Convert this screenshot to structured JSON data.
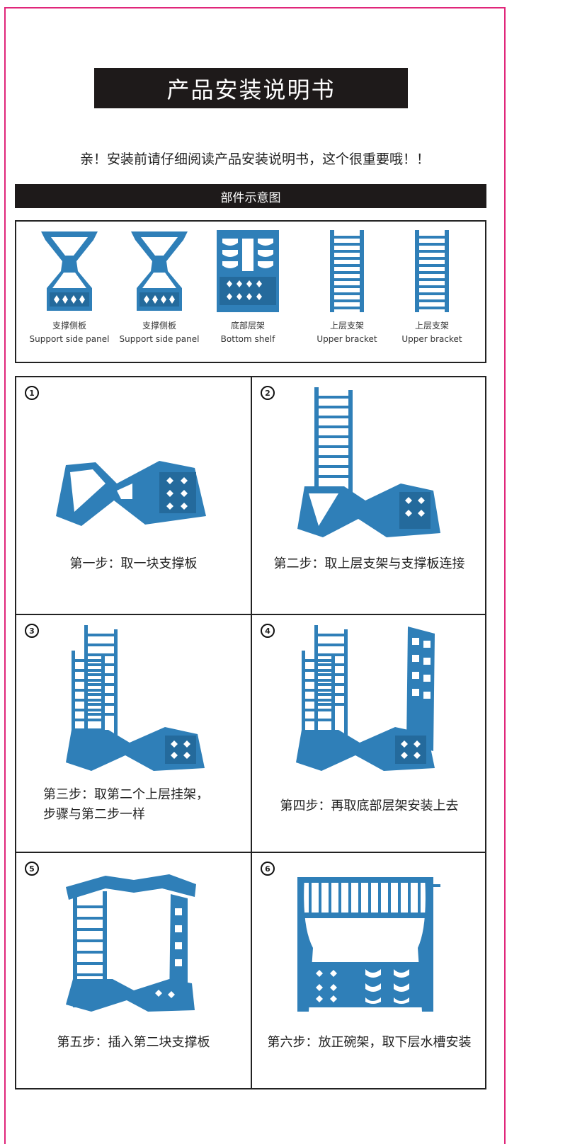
{
  "header": {
    "title": "产品安装说明书",
    "intro": "亲！安装前请仔细阅读产品安装说明书，这个很重要哦！！"
  },
  "parts_section": {
    "title": "部件示意图",
    "parts": [
      {
        "cn": "支撑侧板",
        "en": "Support side panel",
        "icon": "support-side-panel"
      },
      {
        "cn": "支撑侧板",
        "en": "Support side panel",
        "icon": "support-side-panel"
      },
      {
        "cn": "底部层架",
        "en": "Bottom shelf",
        "icon": "bottom-shelf"
      },
      {
        "cn": "上层支架",
        "en": "Upper bracket",
        "icon": "upper-bracket"
      },
      {
        "cn": "上层支架",
        "en": "Upper bracket",
        "icon": "upper-bracket"
      }
    ]
  },
  "steps": [
    {
      "num": "1",
      "lines": [
        "第一步：取一块支撑板"
      ]
    },
    {
      "num": "2",
      "lines": [
        "第二步：取上层支架与支撑板连接"
      ]
    },
    {
      "num": "3",
      "lines": [
        "第三步：取第二个上层挂架，",
        "步骤与第二步一样"
      ]
    },
    {
      "num": "4",
      "lines": [
        "第四步：再取底部层架安装上去"
      ]
    },
    {
      "num": "5",
      "lines": [
        "第五步：插入第二块支撑板"
      ]
    },
    {
      "num": "6",
      "lines": [
        "第六步：放正碗架，取下层水槽安装"
      ]
    }
  ],
  "colors": {
    "product_blue": "#2f7fb8",
    "accent_border": "#e0267a",
    "dark_bar": "#1e1a1a"
  }
}
